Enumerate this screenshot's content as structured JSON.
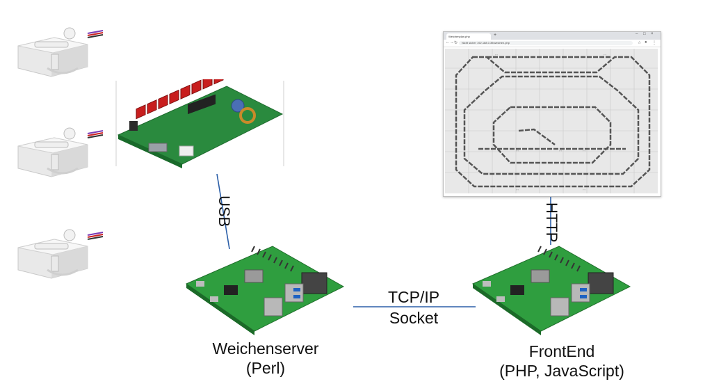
{
  "labels": {
    "usb": "USB",
    "http": "HTTP",
    "tcpip": "TCP/IP",
    "socket": "Socket",
    "weichenserver": "Weichenserver",
    "perl": "(Perl)",
    "frontend": "FrontEnd",
    "php_js": "(PHP, JavaScript)"
  },
  "browser": {
    "tab_title": "Weichenplan.php",
    "url_security": "Nicht sicher",
    "url": "192.168.0.39/weichen.php"
  },
  "colors": {
    "connection_line": "#2b5fa8",
    "pcb_green": "#1e8a3c",
    "relay_red": "#c41d1d",
    "rpi_green": "#2f9e3f"
  }
}
